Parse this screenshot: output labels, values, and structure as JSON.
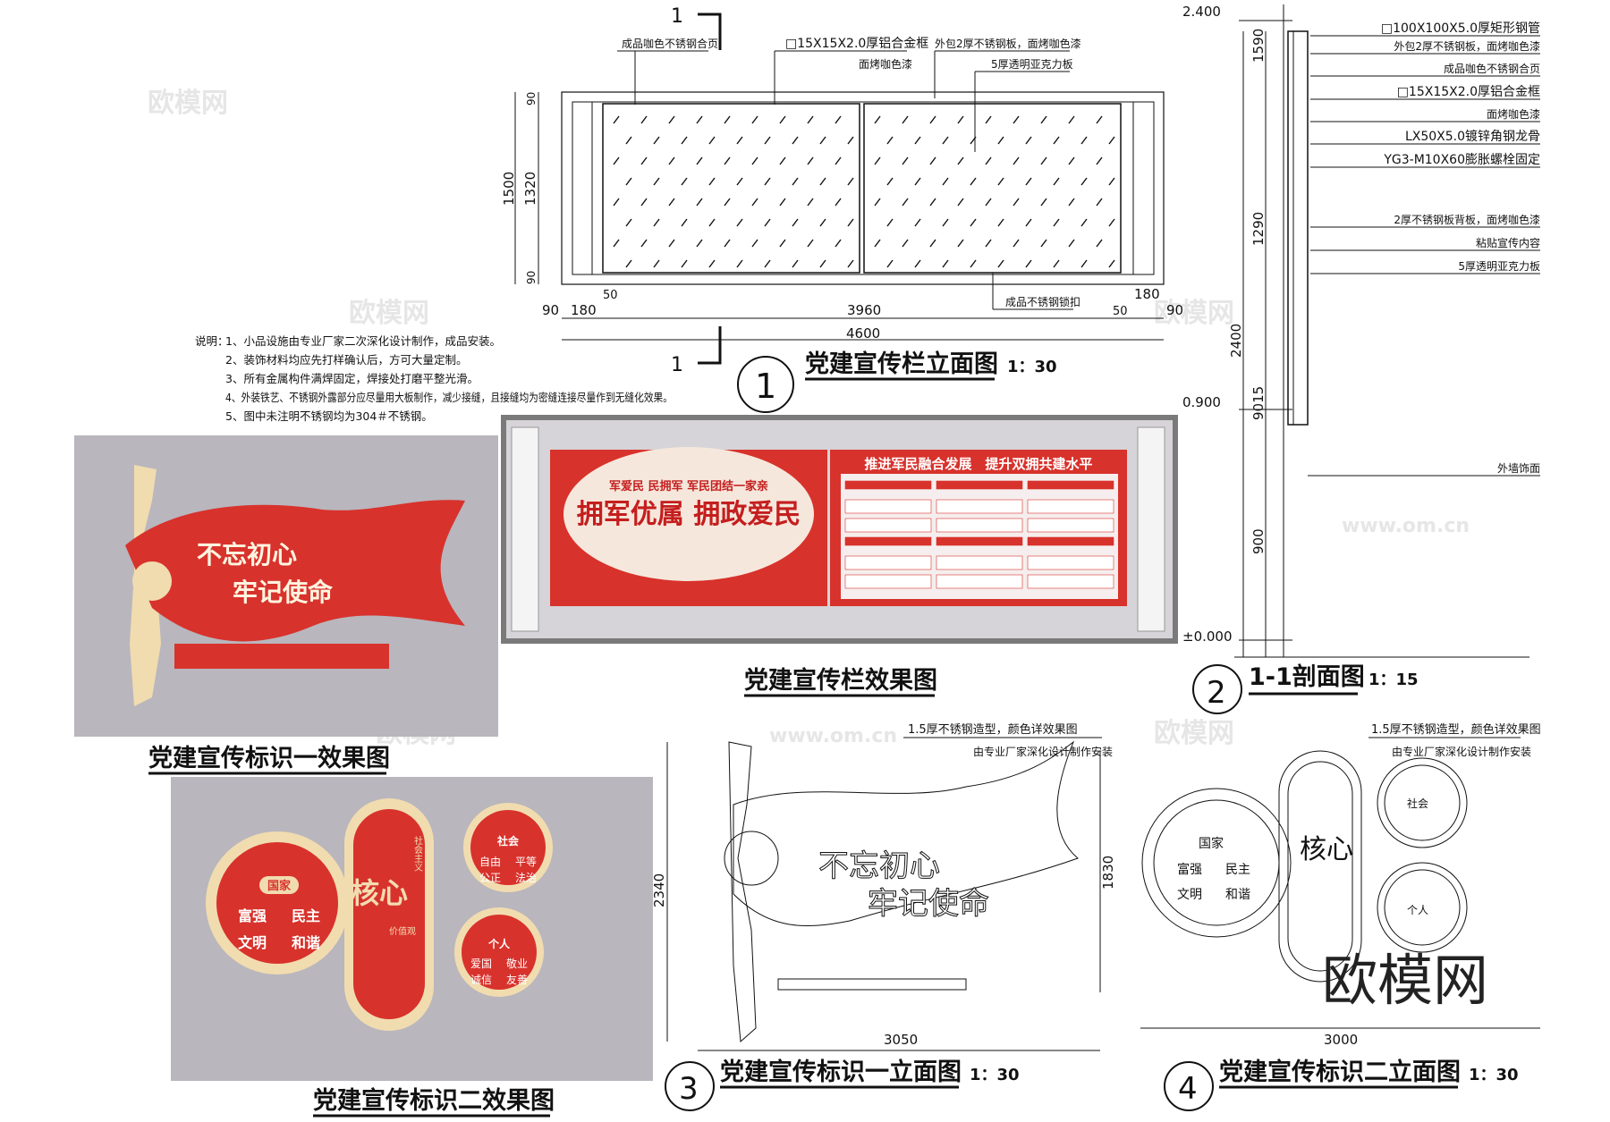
{
  "notes": {
    "heading": "说明：",
    "items": [
      "1、小品设施由专业厂家二次深化设计制作，成品安装。",
      "2、装饰材料均应先打样确认后，方可大量定制。",
      "3、所有金属构件满焊固定，焊接处打磨平整光滑。",
      "4、外装铁艺、不锈钢外露部分应尽量用大板制作，减少接缝，且接缝均为密缝连接尽量作到无缝化效果。",
      "5、图中未注明不锈钢均为304＃不锈钢。"
    ]
  },
  "elevation": {
    "section_mark": "1",
    "labels": [
      "成品咖色不锈钢合页",
      "□15X15X2.0厚铝合金框",
      "面烤咖色漆",
      "外包2厚不锈钢板，面烤咖色漆",
      "5厚透明亚克力板",
      "成品不锈钢锁扣"
    ],
    "dims_bottom": [
      "90",
      "180",
      "50",
      "3960",
      "50",
      "180",
      "90"
    ],
    "dim_total": "4600",
    "dims_left": [
      "1500",
      "1320",
      "90",
      "90"
    ],
    "number": "1",
    "title": "党建宣传栏立面图",
    "scale": "1：30"
  },
  "section": {
    "levels": [
      "2.400",
      "0.900",
      "±0.000"
    ],
    "dims": [
      "1590",
      "1290",
      "2400",
      "9015",
      "900"
    ],
    "labels": [
      "□100X100X5.0厚矩形钢管",
      "外包2厚不锈钢板，面烤咖色漆",
      "成品咖色不锈钢合页",
      "□15X15X2.0厚铝合金框",
      "面烤咖色漆",
      "LX50X5.0镀锌角钢龙骨",
      "YG3-M10X60膨胀螺栓固定",
      "2厚不锈钢板背板，面烤咖色漆",
      "粘贴宣传内容",
      "5厚透明亚克力板",
      "外墙饰面"
    ],
    "number": "2",
    "title": "1-1剖面图",
    "scale": "1：15"
  },
  "board_effect": {
    "title": "党建宣传栏效果图",
    "poster_left": {
      "subtitle": "军爱民 民拥军 军民团结一家亲",
      "headline": "拥军优属 拥政爱民"
    },
    "poster_right": {
      "headline": "推进军民融合发展　提升双拥共建水平"
    }
  },
  "sign1_effect": {
    "title": "党建宣传标识一效果图",
    "slogan_1": "不忘初心",
    "slogan_2": "牢记使命"
  },
  "sign2_effect": {
    "title": "党建宣传标识二效果图",
    "left_badge": "国家",
    "left_words": [
      "富强",
      "民主",
      "文明",
      "和谐"
    ],
    "center_text": "核心",
    "center_side": "社会主义",
    "center_sub": "价值观",
    "top_badge": "社会",
    "top_words": [
      "自由",
      "平等",
      "公正",
      "法治"
    ],
    "bottom_badge": "个人",
    "bottom_words": [
      "爱国",
      "敬业",
      "诚信",
      "友善"
    ]
  },
  "sign1_elevation": {
    "note_1": "1.5厚不锈钢造型，颜色详效果图",
    "note_2": "由专业厂家深化设计制作安装",
    "height": "2340",
    "height_2": "1830",
    "width": "3050",
    "slogan_1": "不忘初心",
    "slogan_2": "牢记使命",
    "number": "3",
    "title": "党建宣传标识一立面图",
    "scale": "1：30"
  },
  "sign2_elevation": {
    "note_1": "1.5厚不锈钢造型，颜色详效果图",
    "note_2": "由专业厂家深化设计制作安装",
    "width": "3000",
    "number": "4",
    "title": "党建宣传标识二立面图",
    "scale": "1：30"
  },
  "watermark": {
    "logo": "欧模网",
    "url": "www.om.cn"
  },
  "colors": {
    "red": "#d8322c",
    "cream": "#f1dcb0",
    "wall": "#b9b6bd",
    "frame": "#7a7a7a"
  }
}
